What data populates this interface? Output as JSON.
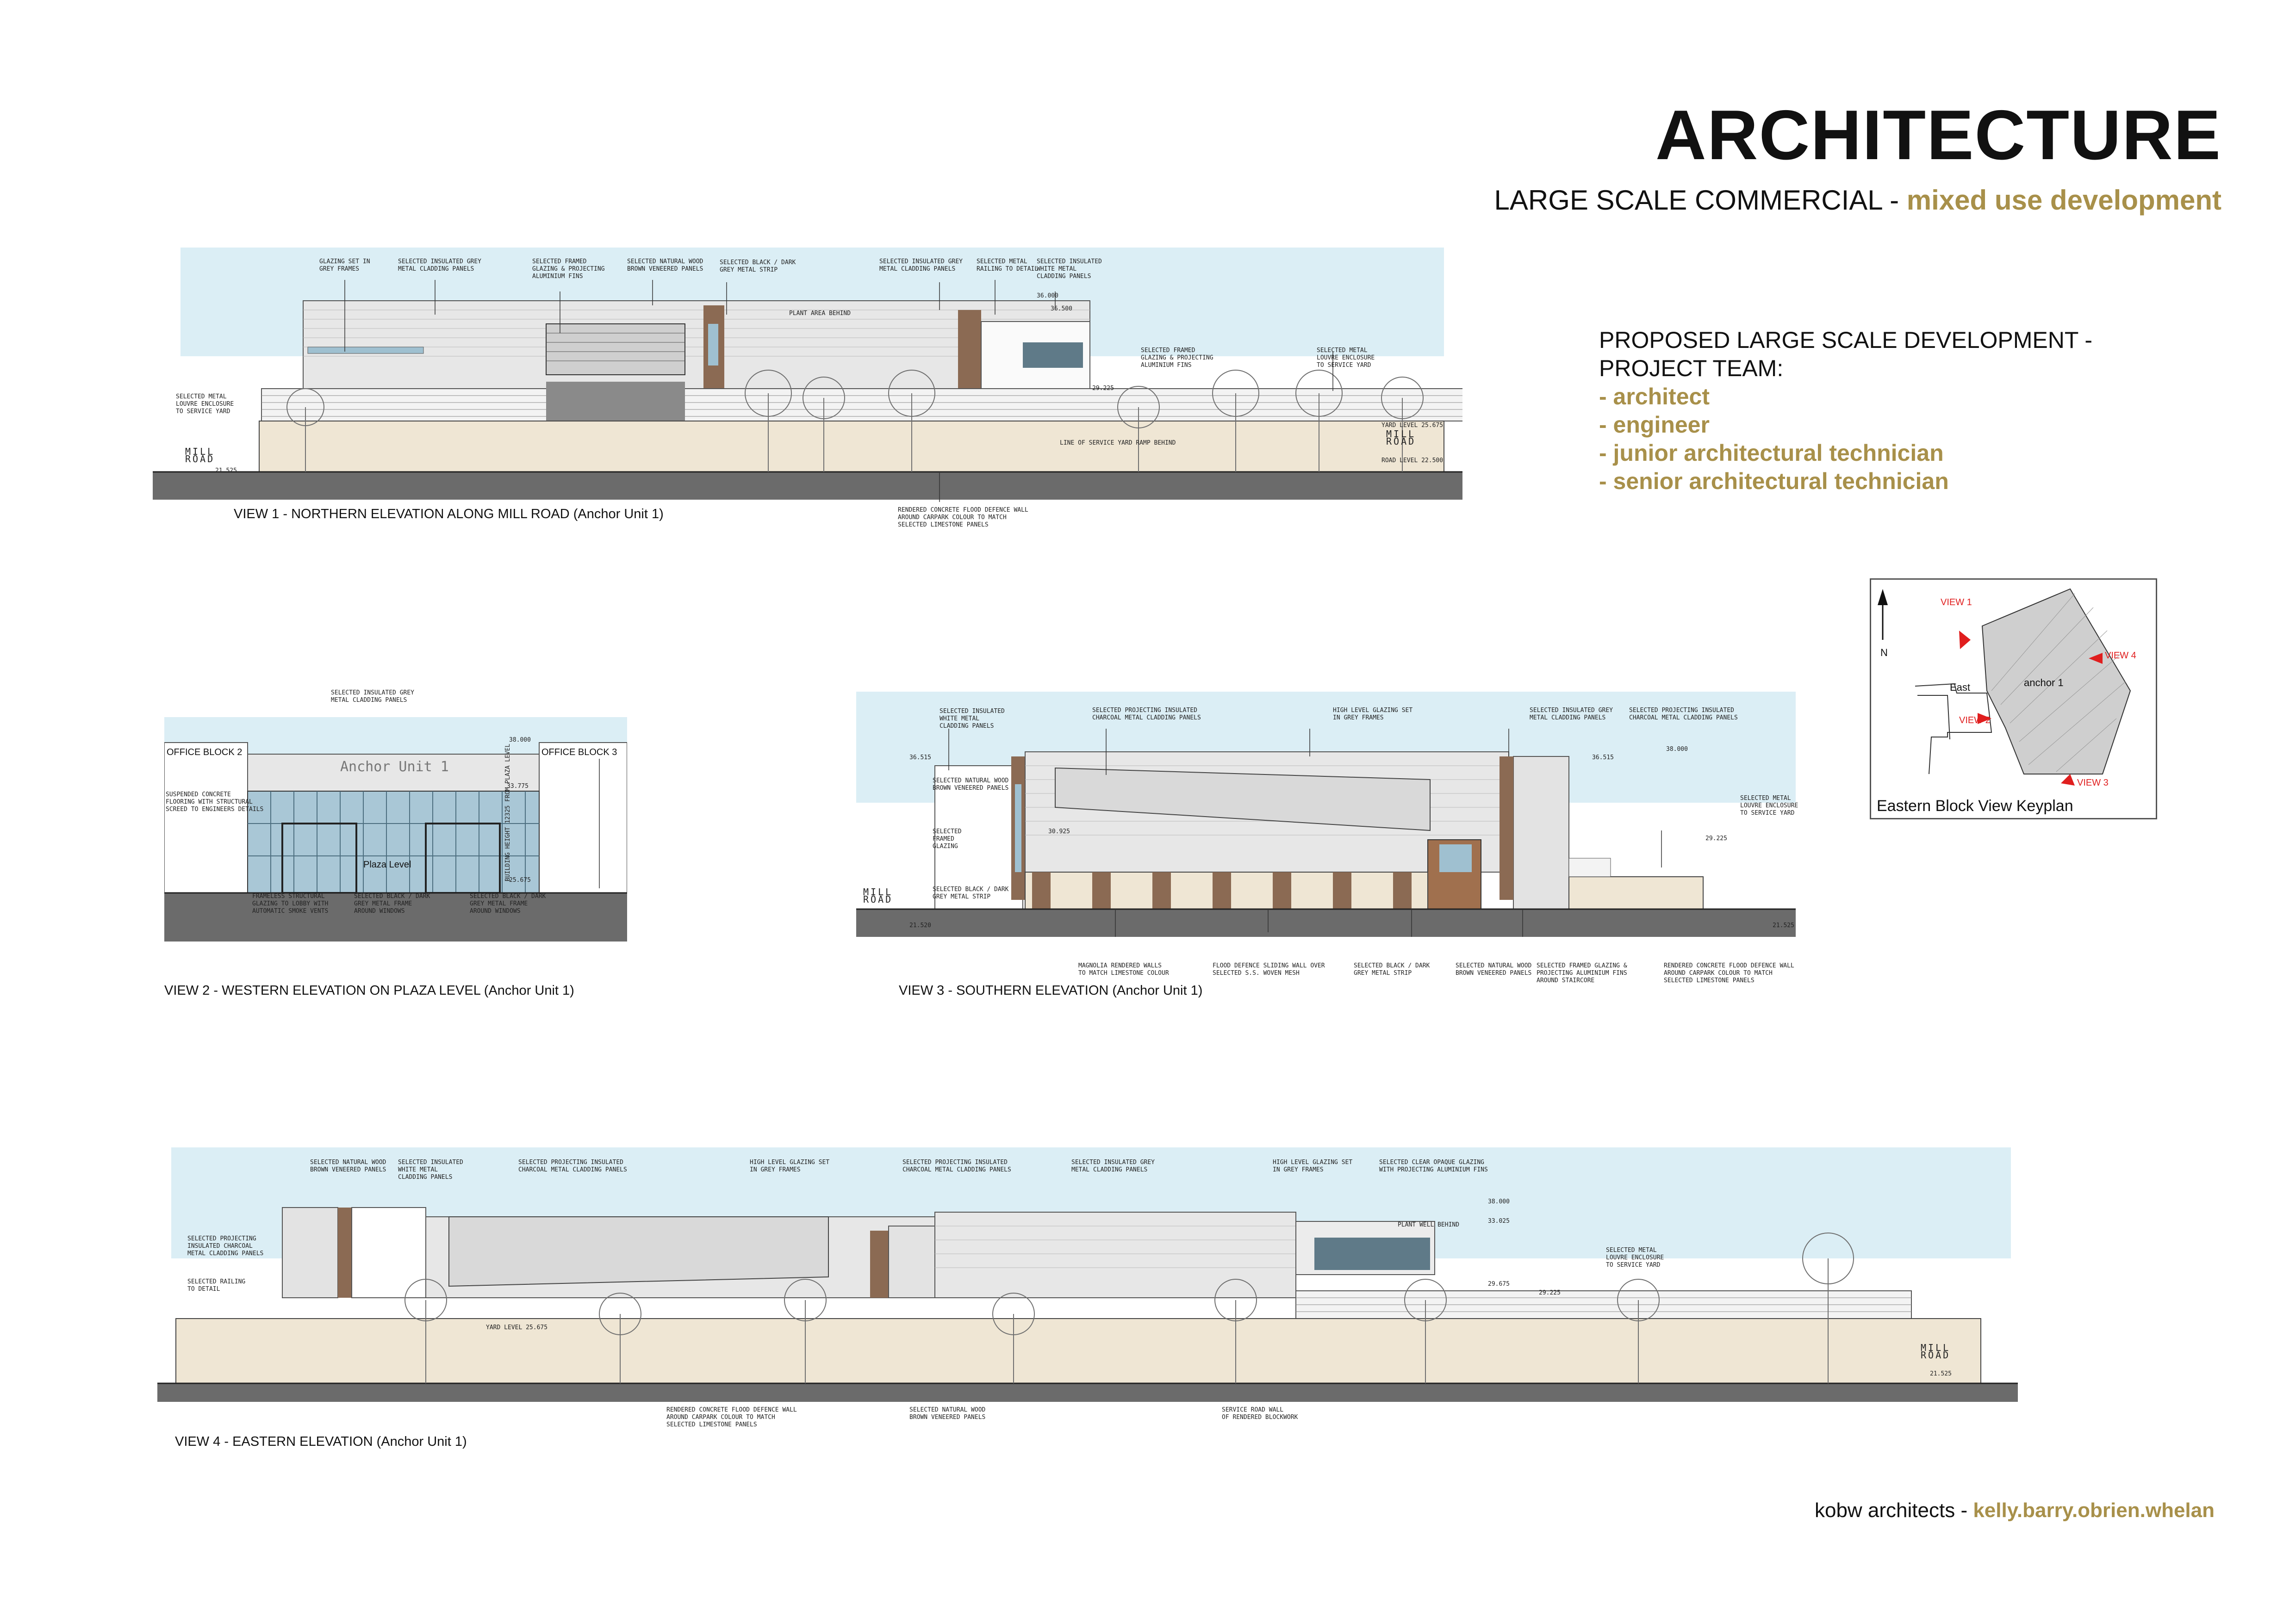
{
  "header": {
    "title": "ARCHITECTURE",
    "subtitle_main": "LARGE SCALE COMMERCIAL - ",
    "subtitle_accent": "mixed use development"
  },
  "team": {
    "heading_line1": "PROPOSED LARGE SCALE DEVELOPMENT -",
    "heading_line2": "PROJECT TEAM:",
    "roles": [
      "- architect",
      "- engineer",
      "- junior architectural technician",
      "- senior architectural technician"
    ]
  },
  "views": {
    "v1": {
      "caption": "VIEW 1 - NORTHERN ELEVATION ALONG MILL ROAD (Anchor Unit 1)",
      "road_left": "MILL\nROAD",
      "road_right": "MILL\nROAD",
      "notes": [
        "GLAZING SET IN\nGREY FRAMES",
        "SELECTED INSULATED GREY\nMETAL CLADDING PANELS",
        "SELECTED FRAMED\nGLAZING & PROJECTING\nALUMINIUM FINS",
        "SELECTED NATURAL WOOD\nBROWN VENEERED PANELS",
        "SELECTED BLACK / DARK\nGREY METAL STRIP",
        "SELECTED INSULATED GREY\nMETAL CLADDING PANELS",
        "SELECTED METAL\nRAILING TO DETAIL",
        "SELECTED INSULATED\nWHITE METAL\nCLADDING PANELS",
        "SELECTED FRAMED\nGLAZING & PROJECTING\nALUMINIUM FINS",
        "SELECTED METAL\nLOUVRE ENCLOSURE\nTO SERVICE YARD",
        "SELECTED METAL\nLOUVRE ENCLOSURE\nTO SERVICE YARD",
        "RENDERED CONCRETE FLOOD DEFENCE WALL\nAROUND CARPARK COLOUR TO MATCH\nSELECTED LIMESTONE PANELS",
        "PLANT AREA BEHIND",
        "LINE OF SERVICE YARD RAMP BEHIND"
      ],
      "levels": [
        "36.000",
        "36.500",
        "29.225",
        "YARD LEVEL  25.675",
        "ROAD LEVEL  22.500",
        "21.525"
      ]
    },
    "v2": {
      "caption": "VIEW 2 - WESTERN ELEVATION ON PLAZA LEVEL (Anchor Unit 1)",
      "office_left": "OFFICE BLOCK 2",
      "office_right": "OFFICE BLOCK 3",
      "anchor_label": "Anchor Unit 1",
      "plaza_label": "Plaza Level",
      "notes": [
        "SELECTED INSULATED GREY\nMETAL CLADDING PANELS",
        "SUSPENDED CONCRETE\nFLOORING WITH STRUCTURAL\nSCREED TO ENGINEERS DETAILS",
        "FRAMELESS STRUCTURAL\nGLAZING TO LOBBY WITH\nAUTOMATIC SMOKE VENTS",
        "SELECTED BLACK / DARK\nGREY METAL FRAME\nAROUND WINDOWS",
        "SELECTED BLACK / DARK\nGREY METAL FRAME\nAROUND WINDOWS",
        "BUILDING HEIGHT 12325 FROM PLAZA LEVEL"
      ],
      "levels": [
        "38.000",
        "33.775",
        "25.675"
      ]
    },
    "v3": {
      "caption": "VIEW 3 - SOUTHERN ELEVATION (Anchor Unit 1)",
      "road_left": "MILL\nROAD",
      "notes": [
        "SELECTED INSULATED\nWHITE METAL\nCLADDING PANELS",
        "SELECTED PROJECTING INSULATED\nCHARCOAL METAL CLADDING PANELS",
        "HIGH LEVEL GLAZING SET\nIN GREY FRAMES",
        "SELECTED INSULATED GREY\nMETAL CLADDING PANELS",
        "SELECTED PROJECTING INSULATED\nCHARCOAL METAL CLADDING PANELS",
        "SELECTED NATURAL WOOD\nBROWN VENEERED PANELS",
        "SELECTED\nFRAMED\nGLAZING",
        "SELECTED BLACK / DARK\nGREY METAL STRIP",
        "SELECTED METAL\nLOUVRE ENCLOSURE\nTO SERVICE YARD",
        "MAGNOLIA RENDERED WALLS\nTO MATCH LIMESTONE COLOUR",
        "FLOOD DEFENCE SLIDING WALL OVER\nSELECTED S.S. WOVEN MESH",
        "SELECTED BLACK / DARK\nGREY METAL STRIP",
        "SELECTED NATURAL WOOD\nBROWN VENEERED PANELS",
        "SELECTED FRAMED GLAZING &\nPROJECTING ALUMINIUM FINS\nAROUND STAIRCORE",
        "RENDERED CONCRETE FLOOD DEFENCE WALL\nAROUND CARPARK COLOUR TO MATCH\nSELECTED LIMESTONE PANELS"
      ],
      "levels": [
        "36.515",
        "36.515",
        "38.000",
        "30.925",
        "29.225",
        "21.520",
        "21.525"
      ]
    },
    "v4": {
      "caption": "VIEW 4 - EASTERN ELEVATION (Anchor Unit 1)",
      "road_right": "MILL\nROAD",
      "notes": [
        "SELECTED NATURAL WOOD\nBROWN VENEERED PANELS",
        "SELECTED INSULATED\nWHITE METAL\nCLADDING PANELS",
        "SELECTED PROJECTING INSULATED\nCHARCOAL METAL CLADDING PANELS",
        "HIGH LEVEL GLAZING SET\nIN GREY FRAMES",
        "SELECTED PROJECTING INSULATED\nCHARCOAL METAL CLADDING PANELS",
        "SELECTED INSULATED GREY\nMETAL CLADDING PANELS",
        "HIGH LEVEL GLAZING SET\nIN GREY FRAMES",
        "SELECTED CLEAR OPAQUE GLAZING\nWITH PROJECTING ALUMINIUM FINS",
        "SELECTED PROJECTING\nINSULATED CHARCOAL\nMETAL CLADDING PANELS",
        "SELECTED RAILING\nTO DETAIL",
        "SELECTED METAL\nLOUVRE ENCLOSURE\nTO SERVICE YARD",
        "RENDERED CONCRETE FLOOD DEFENCE WALL\nAROUND CARPARK COLOUR TO MATCH\nSELECTED LIMESTONE PANELS",
        "SELECTED NATURAL WOOD\nBROWN VENEERED PANELS",
        "SERVICE ROAD WALL\nOF RENDERED BLOCKWORK",
        "PLANT WELL BEHIND"
      ],
      "levels": [
        "38.000",
        "33.025",
        "29.675",
        "29.225",
        "YARD LEVEL  25.675",
        "21.525"
      ]
    }
  },
  "keyplan": {
    "caption": "Eastern Block View Keyplan",
    "north": "N",
    "east": "East",
    "anchor": "anchor 1",
    "view1": "VIEW 1",
    "view2": "VIEW 2",
    "view3": "VIEW 3",
    "view4": "VIEW 4"
  },
  "footer": {
    "firm": "kobw architects - ",
    "partners": "kelly.barry.obrien.whelan"
  },
  "colors": {
    "accent_gold": "#a8904a",
    "sky": "#dbeef5",
    "ground": "#6b6b6b",
    "wall": "#efe6d4",
    "wood": "#8b6a53",
    "cladding": "#e7e7e7",
    "glass": "#9fc0d0",
    "arrow_red": "#e01e1e"
  }
}
